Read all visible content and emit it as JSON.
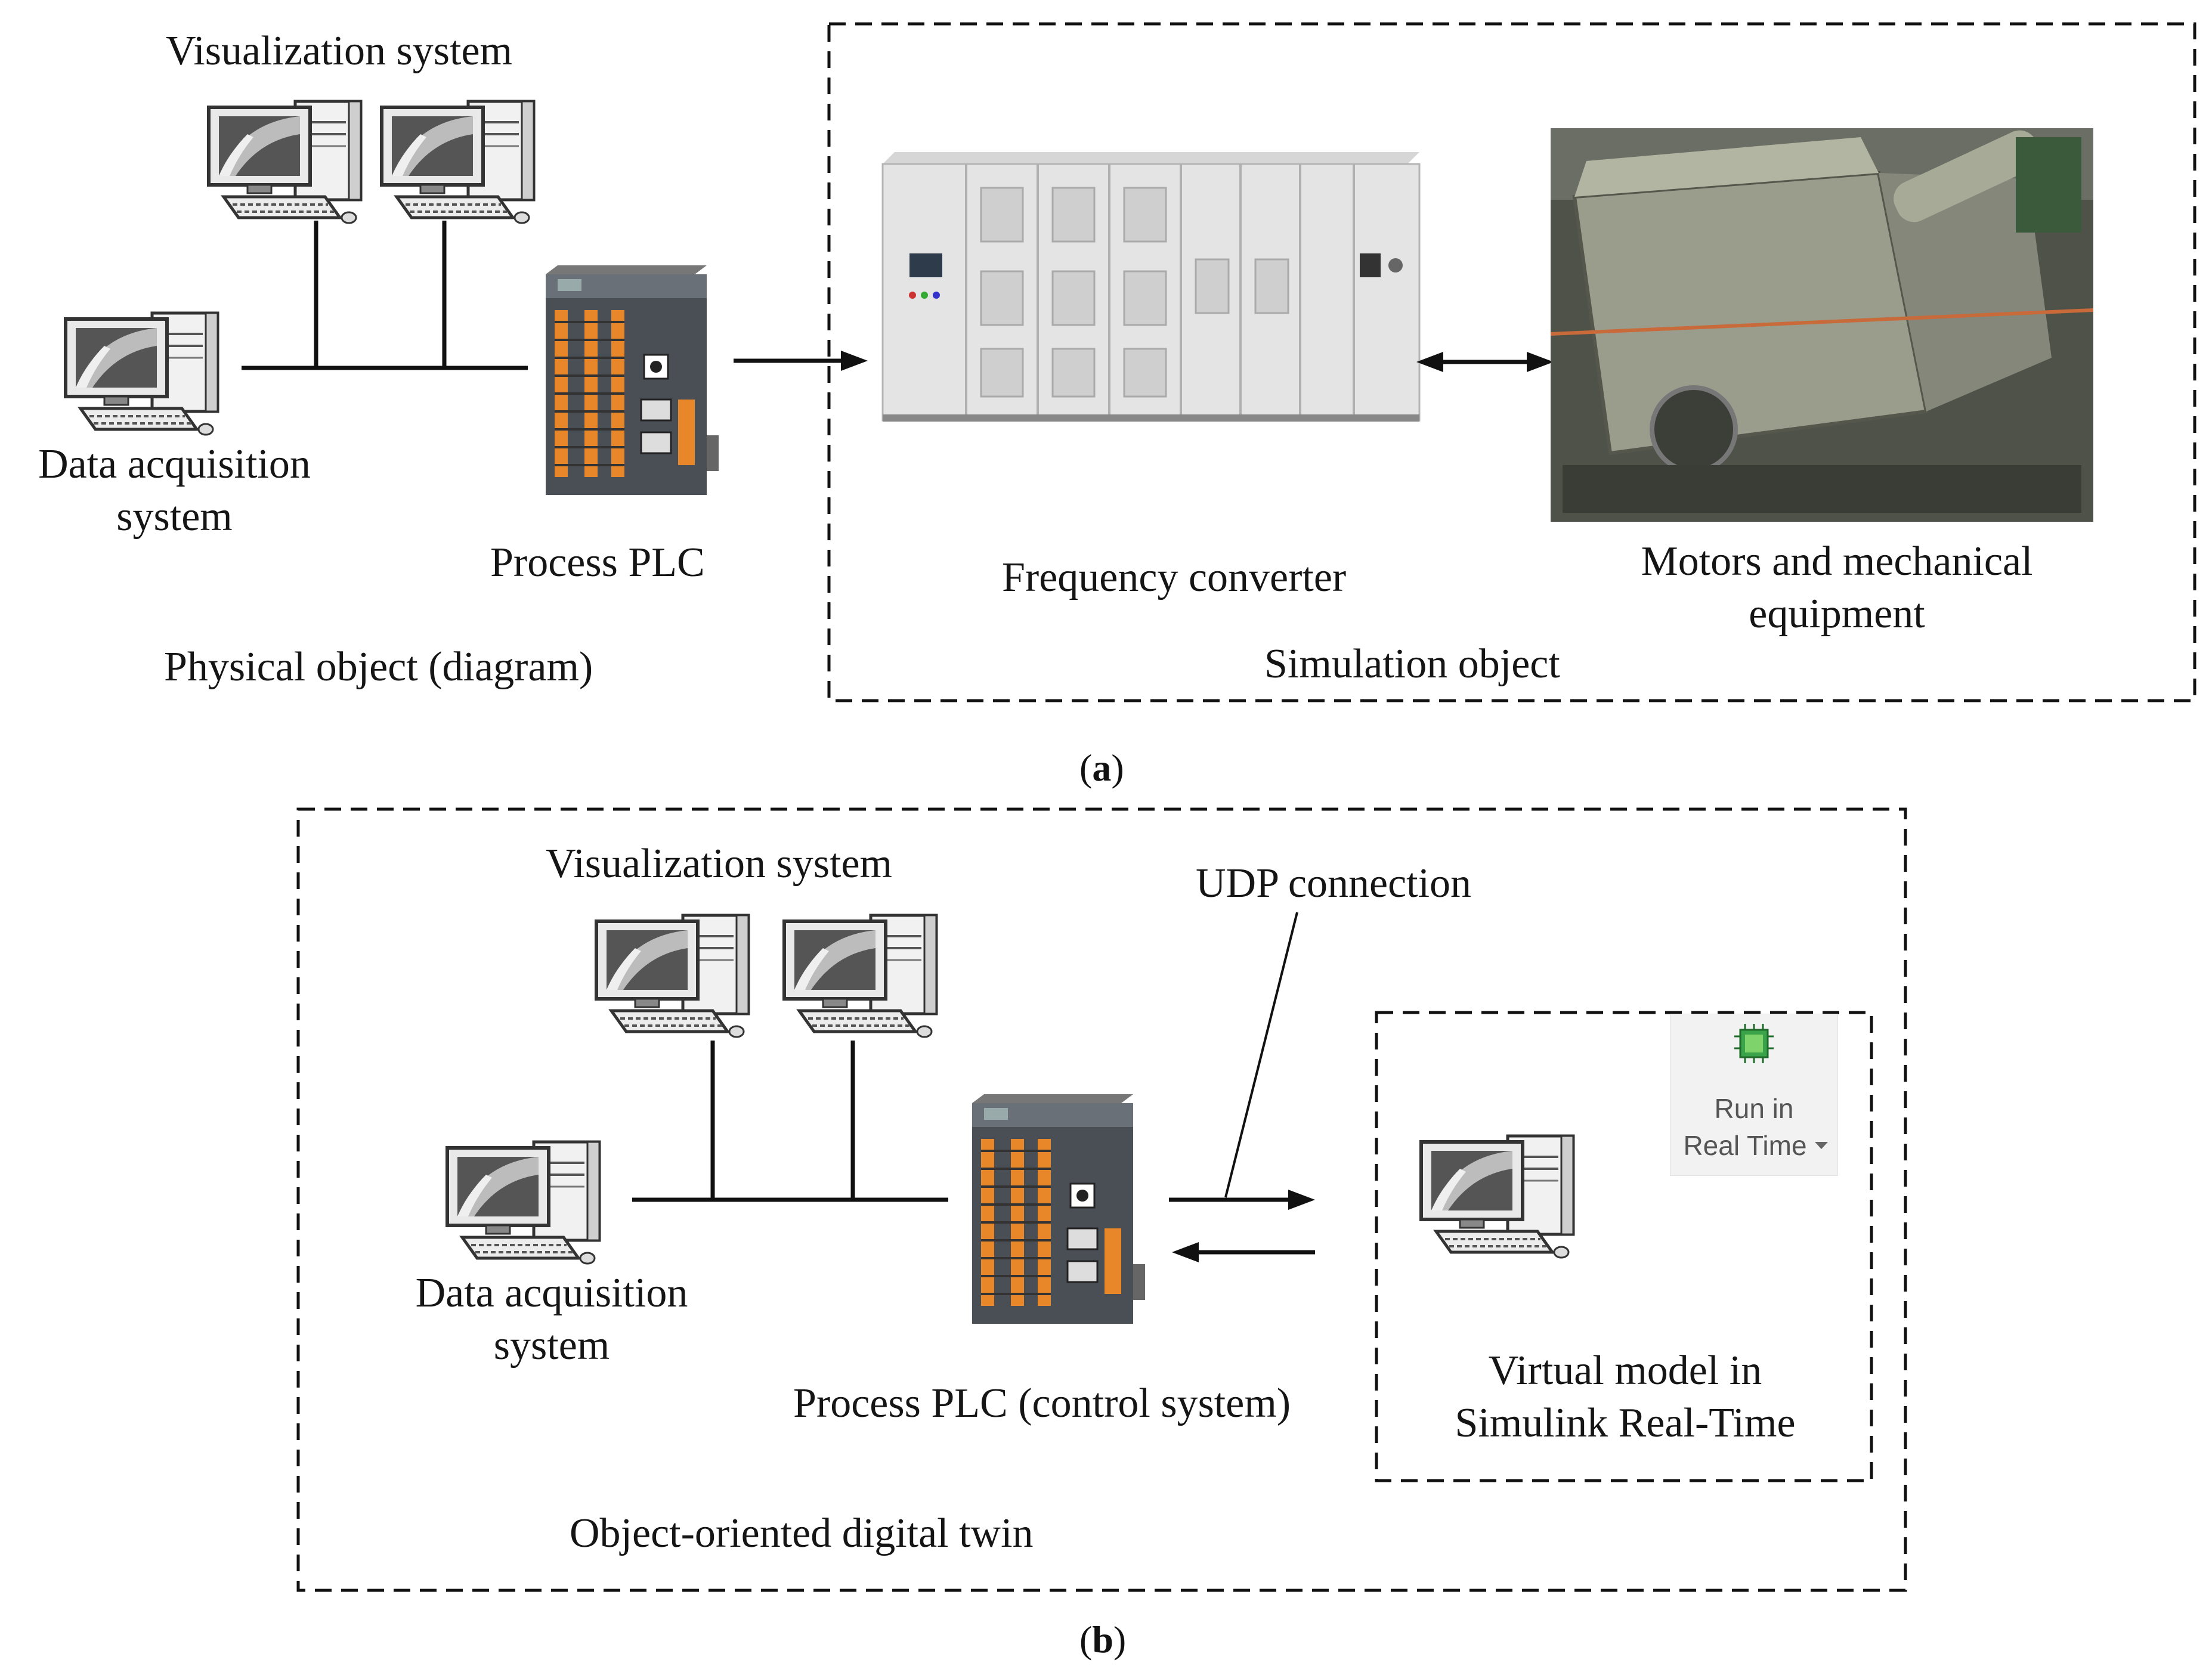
{
  "panel_a": {
    "visualization_label": "Visualization system",
    "data_acq_label_line1": "Data acquisition",
    "data_acq_label_line2": "system",
    "plc_label": "Process PLC",
    "physical_object_label": "Physical object (diagram)",
    "converter_label": "Frequency converter",
    "motors_label_line1": "Motors and mechanical",
    "motors_label_line2": "equipment",
    "simulation_object_label": "Simulation object",
    "caption_open": "(",
    "caption_letter": "a",
    "caption_close": ")"
  },
  "panel_b": {
    "visualization_label": "Visualization system",
    "udp_label": "UDP connection",
    "data_acq_label_line1": "Data acquisition",
    "data_acq_label_line2": "system",
    "plc_label": "Process PLC (control system)",
    "virtual_model_line1": "Virtual model in",
    "virtual_model_line2": "Simulink Real-Time",
    "digital_twin_label": "Object-oriented digital twin",
    "run_button_line1": "Run in",
    "run_button_line2": "Real Time",
    "caption_open": "(",
    "caption_letter": "b",
    "caption_close": ")"
  },
  "colors": {
    "line": "#111111",
    "cabinet": "#dcdcdc",
    "plc_body": "#4a4f55",
    "plc_terminal": "#e8862a",
    "chip_green": "#3aa34a"
  },
  "icons": [
    "computer-icon",
    "plc-icon",
    "frequency-converter-image",
    "motor-equipment-image",
    "chip-icon",
    "dropdown-arrow-icon"
  ]
}
